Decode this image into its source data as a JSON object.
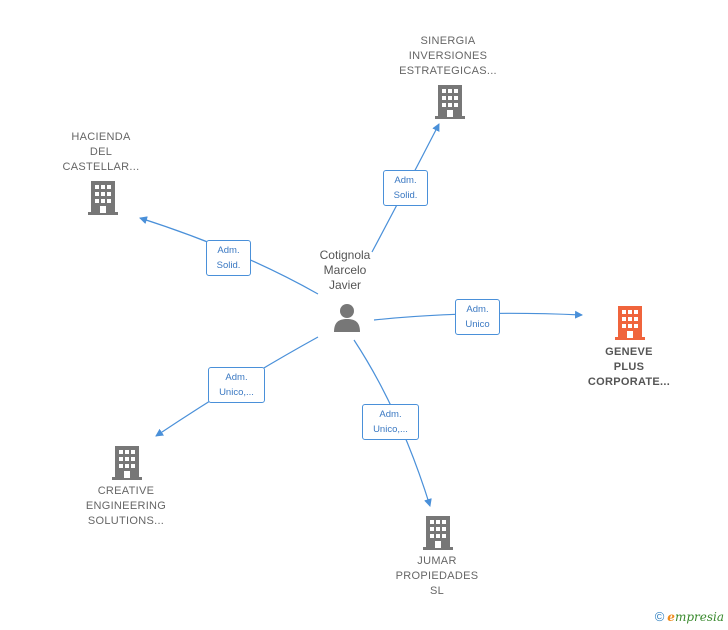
{
  "center": {
    "name_lines": [
      "Cotignola",
      "Marcelo",
      "Javier"
    ],
    "icon": "person-icon"
  },
  "companies": [
    {
      "id": "sinergia",
      "lines": [
        "SINERGIA",
        "INVERSIONES",
        "ESTRATEGICAS..."
      ],
      "icon": "building-icon",
      "color": "#777777"
    },
    {
      "id": "hacienda",
      "lines": [
        "HACIENDA",
        "DEL",
        "CASTELLAR..."
      ],
      "icon": "building-icon",
      "color": "#777777"
    },
    {
      "id": "geneve",
      "lines": [
        "GENEVE",
        "PLUS",
        "CORPORATE..."
      ],
      "icon": "building-icon",
      "color": "#f0643c"
    },
    {
      "id": "creative",
      "lines": [
        "CREATIVE",
        "ENGINEERING",
        "SOLUTIONS..."
      ],
      "icon": "building-icon",
      "color": "#777777"
    },
    {
      "id": "jumar",
      "lines": [
        "JUMAR",
        "PROPIEDADES",
        "SL"
      ],
      "icon": "building-icon",
      "color": "#777777"
    }
  ],
  "relations": [
    {
      "to": "sinergia",
      "label_lines": [
        "Adm.",
        "Solid."
      ]
    },
    {
      "to": "hacienda",
      "label_lines": [
        "Adm.",
        "Solid."
      ]
    },
    {
      "to": "geneve",
      "label_lines": [
        "Adm.",
        "Unico"
      ]
    },
    {
      "to": "creative",
      "label_lines": [
        "Adm.",
        "Unico,..."
      ]
    },
    {
      "to": "jumar",
      "label_lines": [
        "Adm.",
        "Unico,..."
      ]
    }
  ],
  "colors": {
    "edge": "#4a90d9",
    "building": "#777777",
    "focus_building": "#f0643c",
    "person": "#777777"
  },
  "brand": {
    "copyright": "©",
    "initial": "e",
    "rest": "mpresia"
  }
}
